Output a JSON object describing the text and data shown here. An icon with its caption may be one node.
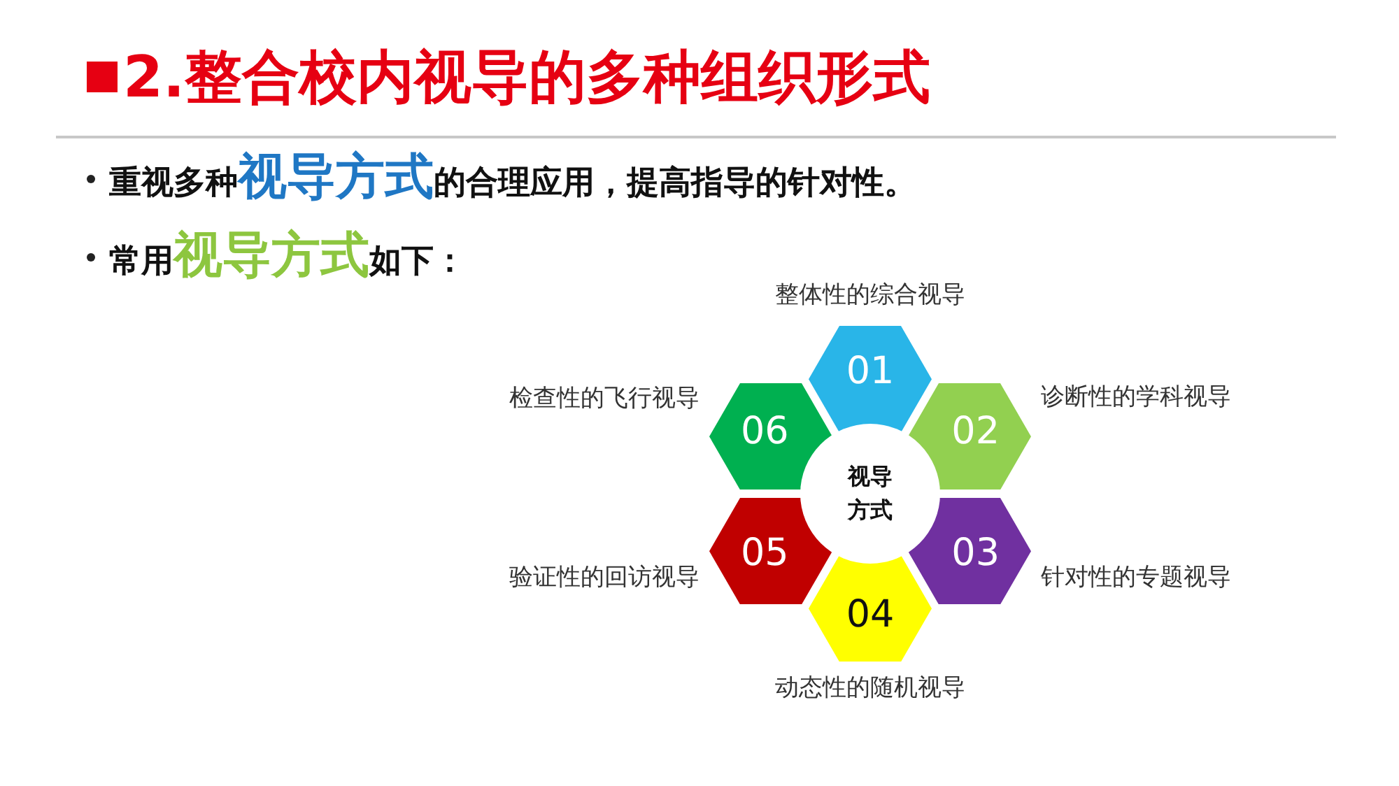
{
  "diagram": {
    "title": "2.整合校内视导的多种组织形式",
    "nodes": [
      {
        "text": [
          "视导方式"
        ]
      },
      {
        "text": [
          "01"
        ],
        "beside": [
          "整体性的综合视导"
        ]
      },
      {
        "text": [
          "02"
        ],
        "beside": [
          "诊断性的学科视导"
        ]
      },
      {
        "text": [
          "03"
        ],
        "beside": [
          "针对性的专题视导"
        ]
      },
      {
        "text": [
          "04"
        ],
        "beside": [
          "动态性的随机视导"
        ]
      },
      {
        "text": [
          "05"
        ],
        "beside": [
          "验证性的回访视导"
        ]
      },
      {
        "text": [
          "06"
        ],
        "beside": [
          "检查性的飞行视导"
        ]
      }
    ],
    "edges": [],
    "labels": [
      "重视多种**视导方式**的合理应用，提高指导的针对性。",
      "常用**视导方式**如下："
    ]
  }
}
